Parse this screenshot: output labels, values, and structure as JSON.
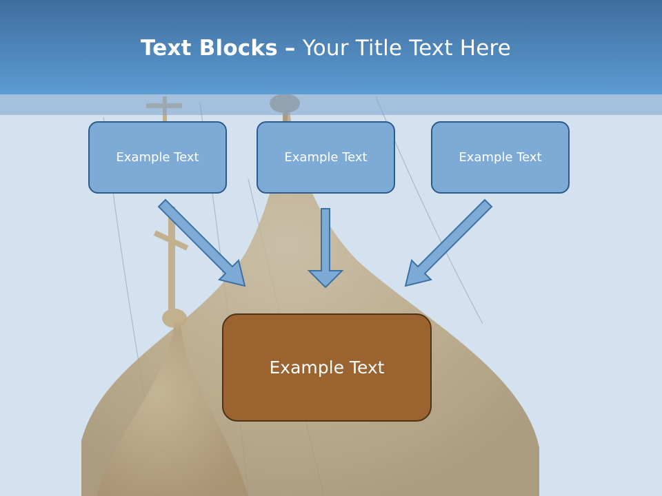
{
  "slide": {
    "title_bold": "Text Blocks",
    "title_dash": "–",
    "title_rest": "Your Title Text Here"
  },
  "blocks": [
    {
      "label": "Example Text"
    },
    {
      "label": "Example Text"
    },
    {
      "label": "Example Text"
    }
  ],
  "target": {
    "label": "Example Text"
  },
  "colors": {
    "header": "#4a7fb6",
    "block_fill": "#7eabd5",
    "block_border": "#2b5a8b",
    "target_fill": "#9a6330",
    "arrow_fill": "#7eabd5"
  }
}
